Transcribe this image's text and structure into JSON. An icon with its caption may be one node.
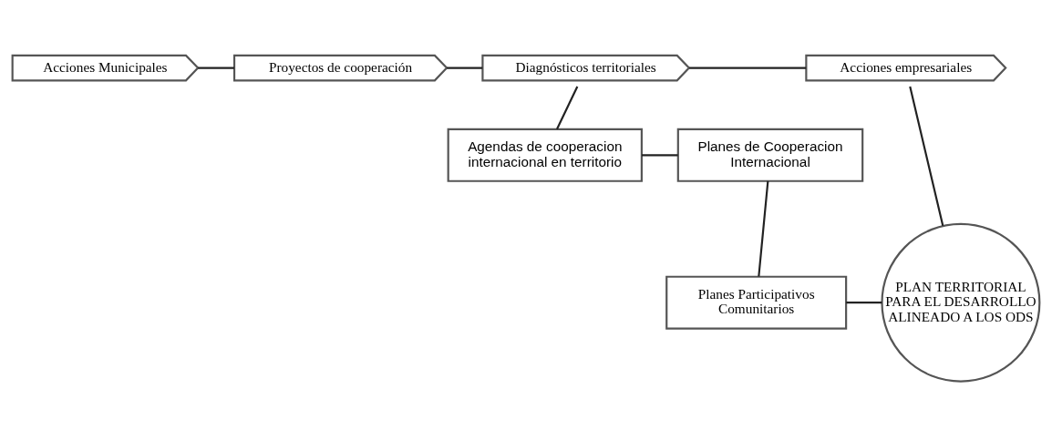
{
  "diagram": {
    "nodes": [
      {
        "text": [
          "Acciones Municipales"
        ]
      },
      {
        "text": [
          "Proyectos de cooperación"
        ]
      },
      {
        "text": [
          "Diagnósticos territoriales"
        ]
      },
      {
        "text": [
          "Acciones empresariales"
        ]
      },
      {
        "text": [
          "Agendas de cooperacion internacional en territorio"
        ]
      },
      {
        "text": [
          "Planes de Cooperacion Internacional"
        ]
      },
      {
        "text": [
          "Planes Participativos Comunitarios"
        ]
      },
      {
        "text": [
          "PLAN TERRITORIAL PARA EL DESARROLLO ALINEADO A LOS ODS"
        ]
      }
    ],
    "edges": [
      {
        "from": 0,
        "to": 1,
        "arrow": "none"
      },
      {
        "from": 1,
        "to": 2,
        "arrow": "none"
      },
      {
        "from": 2,
        "to": 3,
        "arrow": "none"
      },
      {
        "from": 2,
        "to": 4,
        "arrow": "none"
      },
      {
        "from": 4,
        "to": 5,
        "arrow": "none"
      },
      {
        "from": 5,
        "to": 6,
        "arrow": "none"
      },
      {
        "from": 6,
        "to": 7,
        "arrow": "none"
      },
      {
        "from": 3,
        "to": 7,
        "arrow": "none"
      }
    ]
  }
}
